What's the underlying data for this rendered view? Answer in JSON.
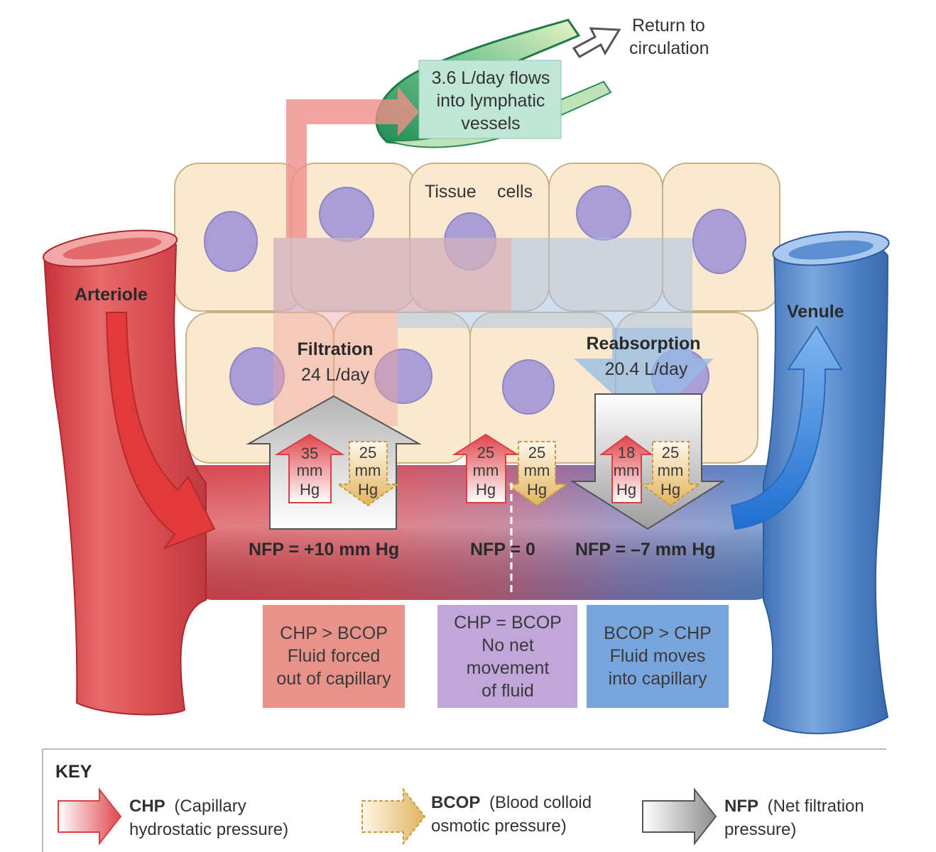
{
  "labels": {
    "return_line1": "Return to",
    "return_line2": "circulation",
    "lymph_line1": "3.6 L/day flows",
    "lymph_line2": "into lymphatic",
    "lymph_line3": "vessels",
    "tissue_word1": "Tissue",
    "tissue_word2": "cells",
    "arteriole": "Arteriole",
    "venule": "Venule",
    "filtration_title": "Filtration",
    "filtration_rate": "24 L/day",
    "reabsorption_title": "Reabsorption",
    "reabsorption_rate": "20.4 L/day"
  },
  "pressures": {
    "chp_arterial": "35",
    "bcop_arterial": "25",
    "chp_mid": "25",
    "bcop_mid": "25",
    "chp_venous": "18",
    "bcop_venous": "25",
    "unit_top": "mm",
    "unit_bottom": "Hg"
  },
  "nfp": {
    "arterial": "NFP = +10 mm Hg",
    "mid": "NFP = 0",
    "venous": "NFP = –7 mm Hg"
  },
  "boxes": {
    "arterial": {
      "line1": "CHP > BCOP",
      "line2": "Fluid forced",
      "line3": "out of capillary"
    },
    "mid": {
      "line1": "CHP = BCOP",
      "line2": "No net",
      "line3": "movement",
      "line4": "of fluid"
    },
    "venous": {
      "line1": "BCOP > CHP",
      "line2": "Fluid moves",
      "line3": "into capillary"
    }
  },
  "key": {
    "title": "KEY",
    "chp_abbr": "CHP",
    "chp_line1": "(Capillary",
    "chp_line2": "hydrostatic pressure)",
    "bcop_abbr": "BCOP",
    "bcop_line1": "(Blood colloid",
    "bcop_line2": "osmotic pressure)",
    "nfp_abbr": "NFP",
    "nfp_line1": "(Net filtration",
    "nfp_line2": "pressure)"
  },
  "colors": {
    "arterial_red": "#d94545",
    "venous_blue": "#4a7fc4",
    "lymph_green": "#3fa56a",
    "lymph_box": "#bfe6d6",
    "tissue_cell": "#fbe9cf",
    "nucleus": "#a99fd6",
    "box_red": "#e8928a",
    "box_purple": "#c1a6da",
    "box_blue": "#79a5dd",
    "nfp_gray": "#9a9a9a",
    "bcop_gold": "#e8c47c"
  }
}
